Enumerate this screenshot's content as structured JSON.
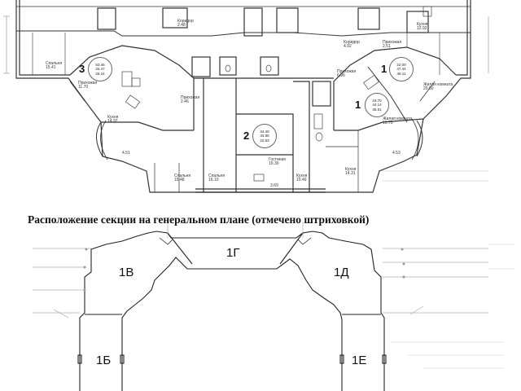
{
  "caption": "Расположение секции на генеральном плане (отмечено штриховкой)",
  "floor_plan": {
    "apartments": [
      {
        "number": "3",
        "areas": [
          "53.45",
          "34.47",
          "26.24"
        ]
      },
      {
        "number": "1",
        "areas": [
          "22.00",
          "47.44",
          "49.11"
        ]
      },
      {
        "number": "2",
        "areas": [
          "34.40",
          "33.86",
          "22.63"
        ]
      },
      {
        "number": "1",
        "areas": [
          "15.70",
          "44.14",
          "35.61"
        ]
      }
    ],
    "rooms": [
      {
        "label": "Спальня",
        "area": "15.41"
      },
      {
        "label": "Кухня",
        "area": "14.92"
      },
      {
        "label": "Прихожая",
        "area": "11.70"
      },
      {
        "label": "Коридор",
        "area": "2.48"
      },
      {
        "label": "Прихожая",
        "area": "2.46"
      },
      {
        "label": "Спальня",
        "area": "15.48"
      },
      {
        "label": "Спальня",
        "area": "16.10"
      },
      {
        "label": "Гостиная",
        "area": "19.30"
      },
      {
        "label": "Кухня",
        "area": "10.49"
      },
      {
        "label": "Прихожая",
        "area": "6.96"
      },
      {
        "label": "Жилая комната",
        "area": "15.75"
      },
      {
        "label": "Кухня",
        "area": "14.31"
      },
      {
        "label": "Жилая комната",
        "area": "20.60"
      },
      {
        "label": "Кухня",
        "area": "12.92"
      },
      {
        "label": "Прихожая",
        "area": "2.51"
      },
      {
        "label": "Коридор",
        "area": "4.92"
      }
    ],
    "balcony_areas": [
      "4.51",
      "4.53",
      "3.69"
    ]
  },
  "site_plan": {
    "sections": [
      "1Г",
      "1В",
      "1Д",
      "1Б",
      "1Е"
    ]
  }
}
